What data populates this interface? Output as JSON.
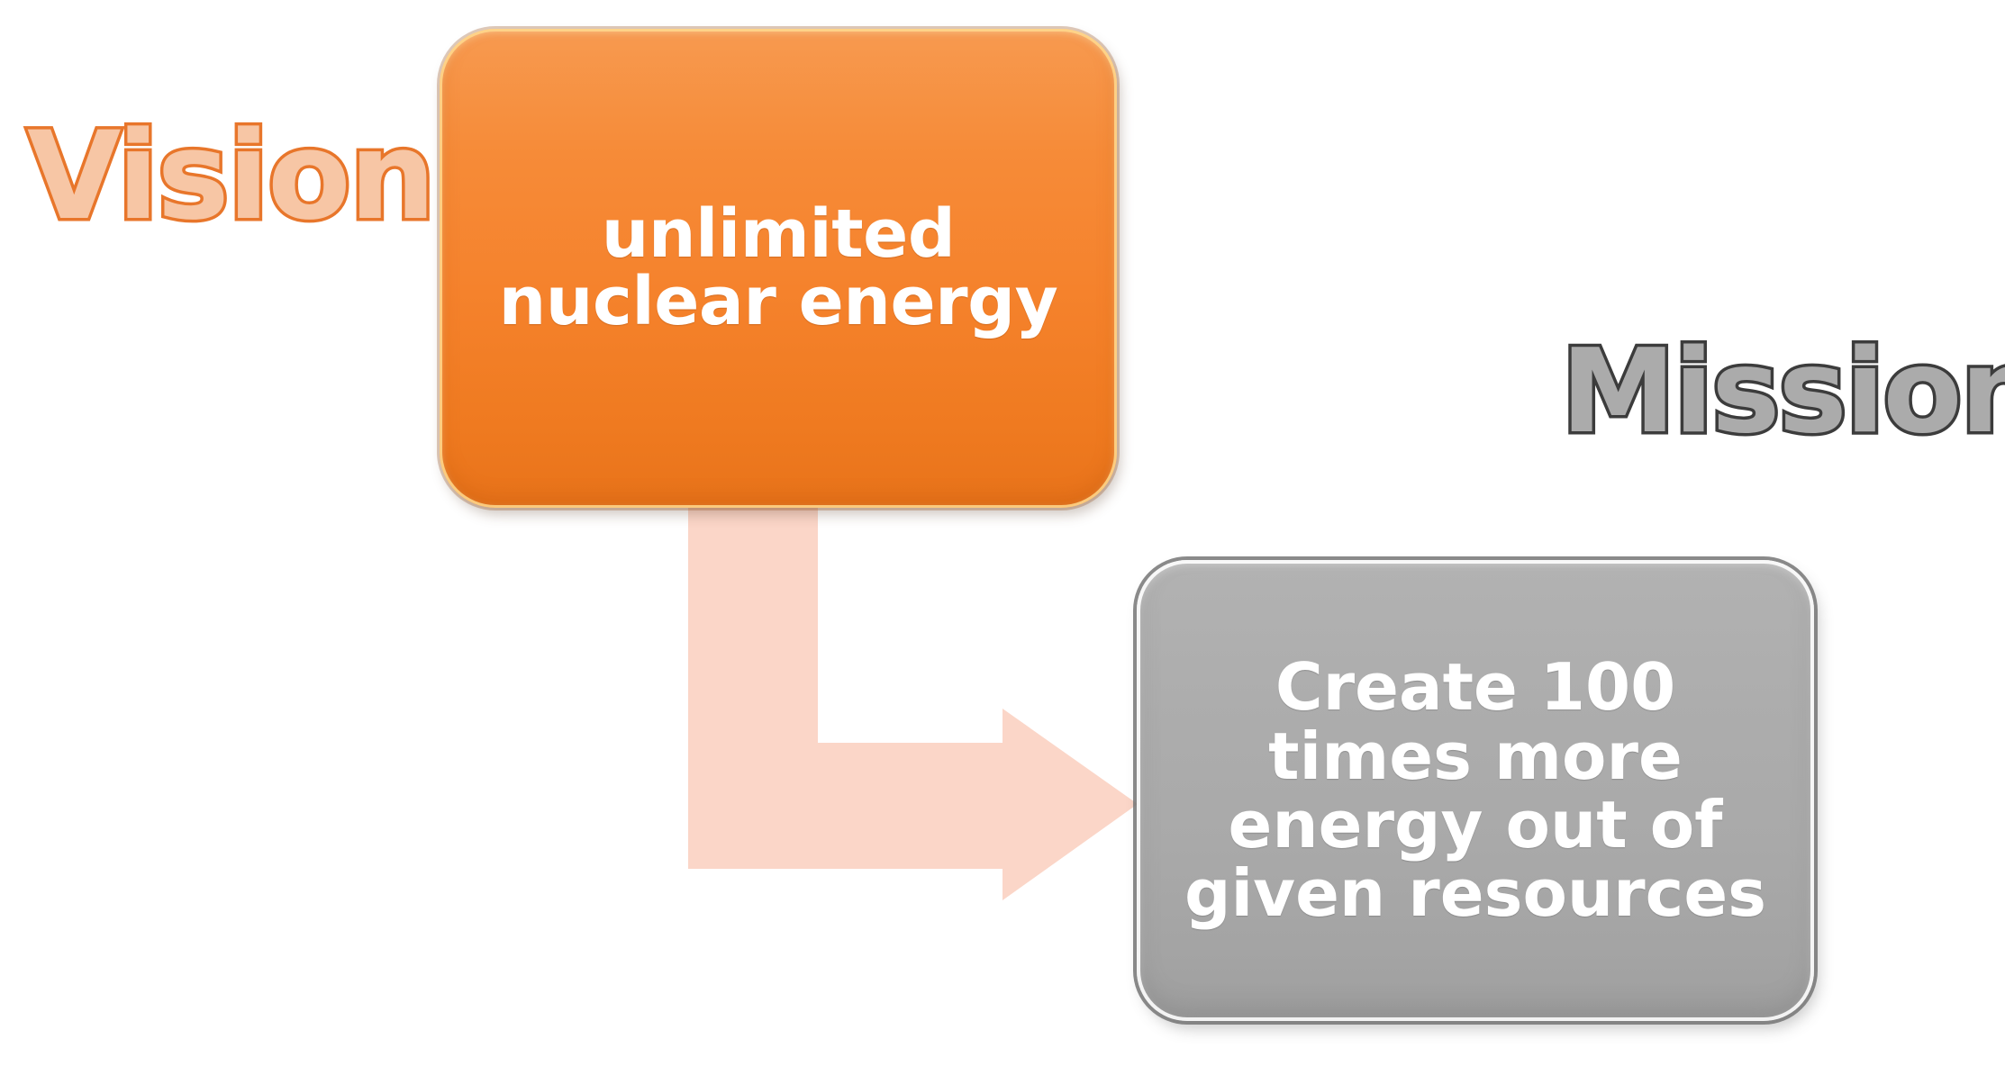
{
  "slide": {
    "background_color": "#FFFFFF",
    "headings": {
      "vision": {
        "text": "Vision",
        "fill_color": "#F7C6A5",
        "outline_color": "#E8762B"
      },
      "mission": {
        "text": "Mission",
        "fill_color": "#ABABAB",
        "outline_color": "#3C3C3C"
      }
    },
    "nodes": {
      "vision_box": {
        "label": "unlimited\nnuclear energy",
        "fill_color": "#F5822C",
        "text_color": "#FFFFFF",
        "shape": "rounded-rectangle"
      },
      "mission_box": {
        "label": "Create 100\ntimes more\nenergy out of\ngiven resources",
        "fill_color": "#A9A9A9",
        "text_color": "#FFFFFF",
        "shape": "rounded-rectangle"
      }
    },
    "connector": {
      "type": "bent-arrow",
      "from": "vision_box",
      "to": "mission_box",
      "color": "#FBD6C8",
      "direction": "down-then-right"
    }
  }
}
